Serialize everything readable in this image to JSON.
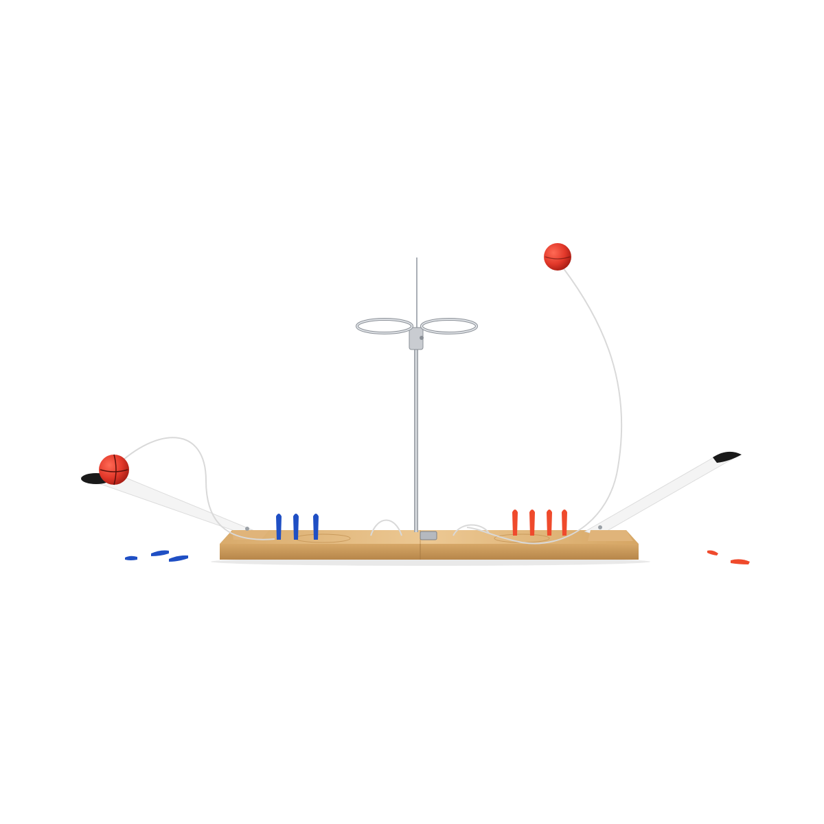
{
  "scene": {
    "background_color": "#ffffff",
    "colors": {
      "wood_top": "#e6c089",
      "wood_front": "#c99a5c",
      "wood_edge": "#b58449",
      "metal": "#c9ccd1",
      "metal_dark": "#8a8f96",
      "string": "#d9d9d9",
      "ball": "#e2382a",
      "ball_dark": "#b3231a",
      "blue_peg": "#1f4fc4",
      "red_peg": "#ef4a2c",
      "catapult_cup": "#1a1a1a",
      "catapult_arm": "#f4f4f4"
    },
    "objects": {
      "base_board": "wooden-base",
      "center_stand": "hoop-stand",
      "left_catapult": "left-launcher",
      "right_catapult": "right-launcher",
      "blue_pegs_standing": 3,
      "red_pegs_standing": 4,
      "blue_pegs_loose": 3,
      "red_pegs_loose": 2,
      "balls": 2
    }
  }
}
